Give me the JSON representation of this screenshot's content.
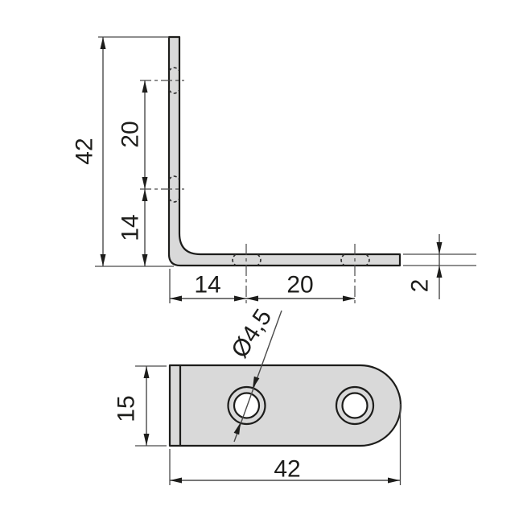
{
  "drawing": {
    "side_view": {
      "height": "42",
      "upper_hole_spacing": "20",
      "lower_hole_offset": "14",
      "base_first_hole": "14",
      "base_hole_spacing": "20",
      "material_thickness": "2"
    },
    "plan_view": {
      "width": "15",
      "length": "42",
      "hole_diameter": "Ø4,5"
    },
    "colors": {
      "part_fill": "#d9d9d9",
      "outline": "#1d1d1b",
      "dimension_lines": "#4a4a4a",
      "background": "#ffffff"
    }
  }
}
